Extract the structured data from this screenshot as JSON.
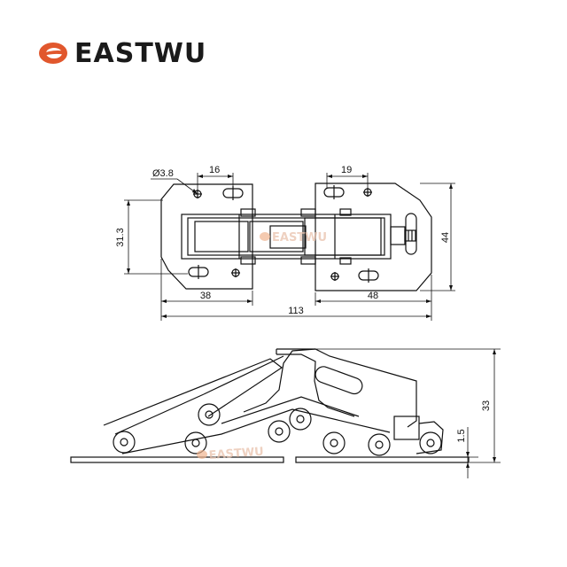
{
  "brand": {
    "name": "EASTWU",
    "logo_color": "#e1572d"
  },
  "watermark": {
    "text": "EASTWU"
  },
  "top_view": {
    "dimensions": {
      "hole_diameter": "Ø3.8",
      "left_hole_spacing": "16",
      "right_hole_spacing": "19",
      "left_height": "31.3",
      "right_height": "44",
      "left_width": "38",
      "right_width": "48",
      "total_width": "113"
    }
  },
  "side_view": {
    "dimensions": {
      "total_height": "33",
      "plate_offset": "1.5"
    }
  }
}
